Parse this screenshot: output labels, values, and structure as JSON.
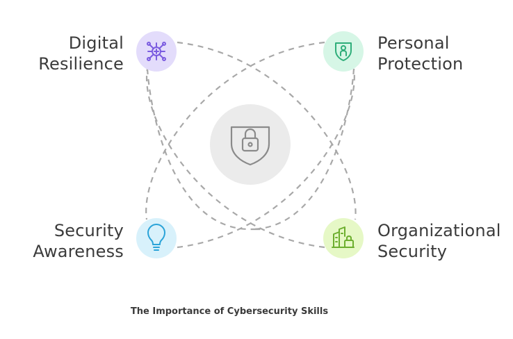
{
  "nodes": {
    "digital_resilience": {
      "line1": "Digital",
      "line2": "Resilience",
      "icon": "network-icon",
      "color": "#e3dcfb",
      "icon_color": "#7b5ce0"
    },
    "personal_protection": {
      "line1": "Personal",
      "line2": "Protection",
      "icon": "shield-person-icon",
      "color": "#d6f6e6",
      "icon_color": "#2fae7a"
    },
    "security_awareness": {
      "line1": "Security",
      "line2": "Awareness",
      "icon": "lightbulb-icon",
      "color": "#d8f1fb",
      "icon_color": "#2aa3d8"
    },
    "organizational_security": {
      "line1": "Organizational",
      "line2": "Security",
      "icon": "buildings-lock-icon",
      "color": "#e6f8c6",
      "icon_color": "#6cae2e"
    }
  },
  "center": {
    "icon": "shield-lock-icon",
    "color": "#ebebeb",
    "icon_color": "#8a8a8a"
  },
  "caption": "The Importance of Cybersecurity Skills"
}
